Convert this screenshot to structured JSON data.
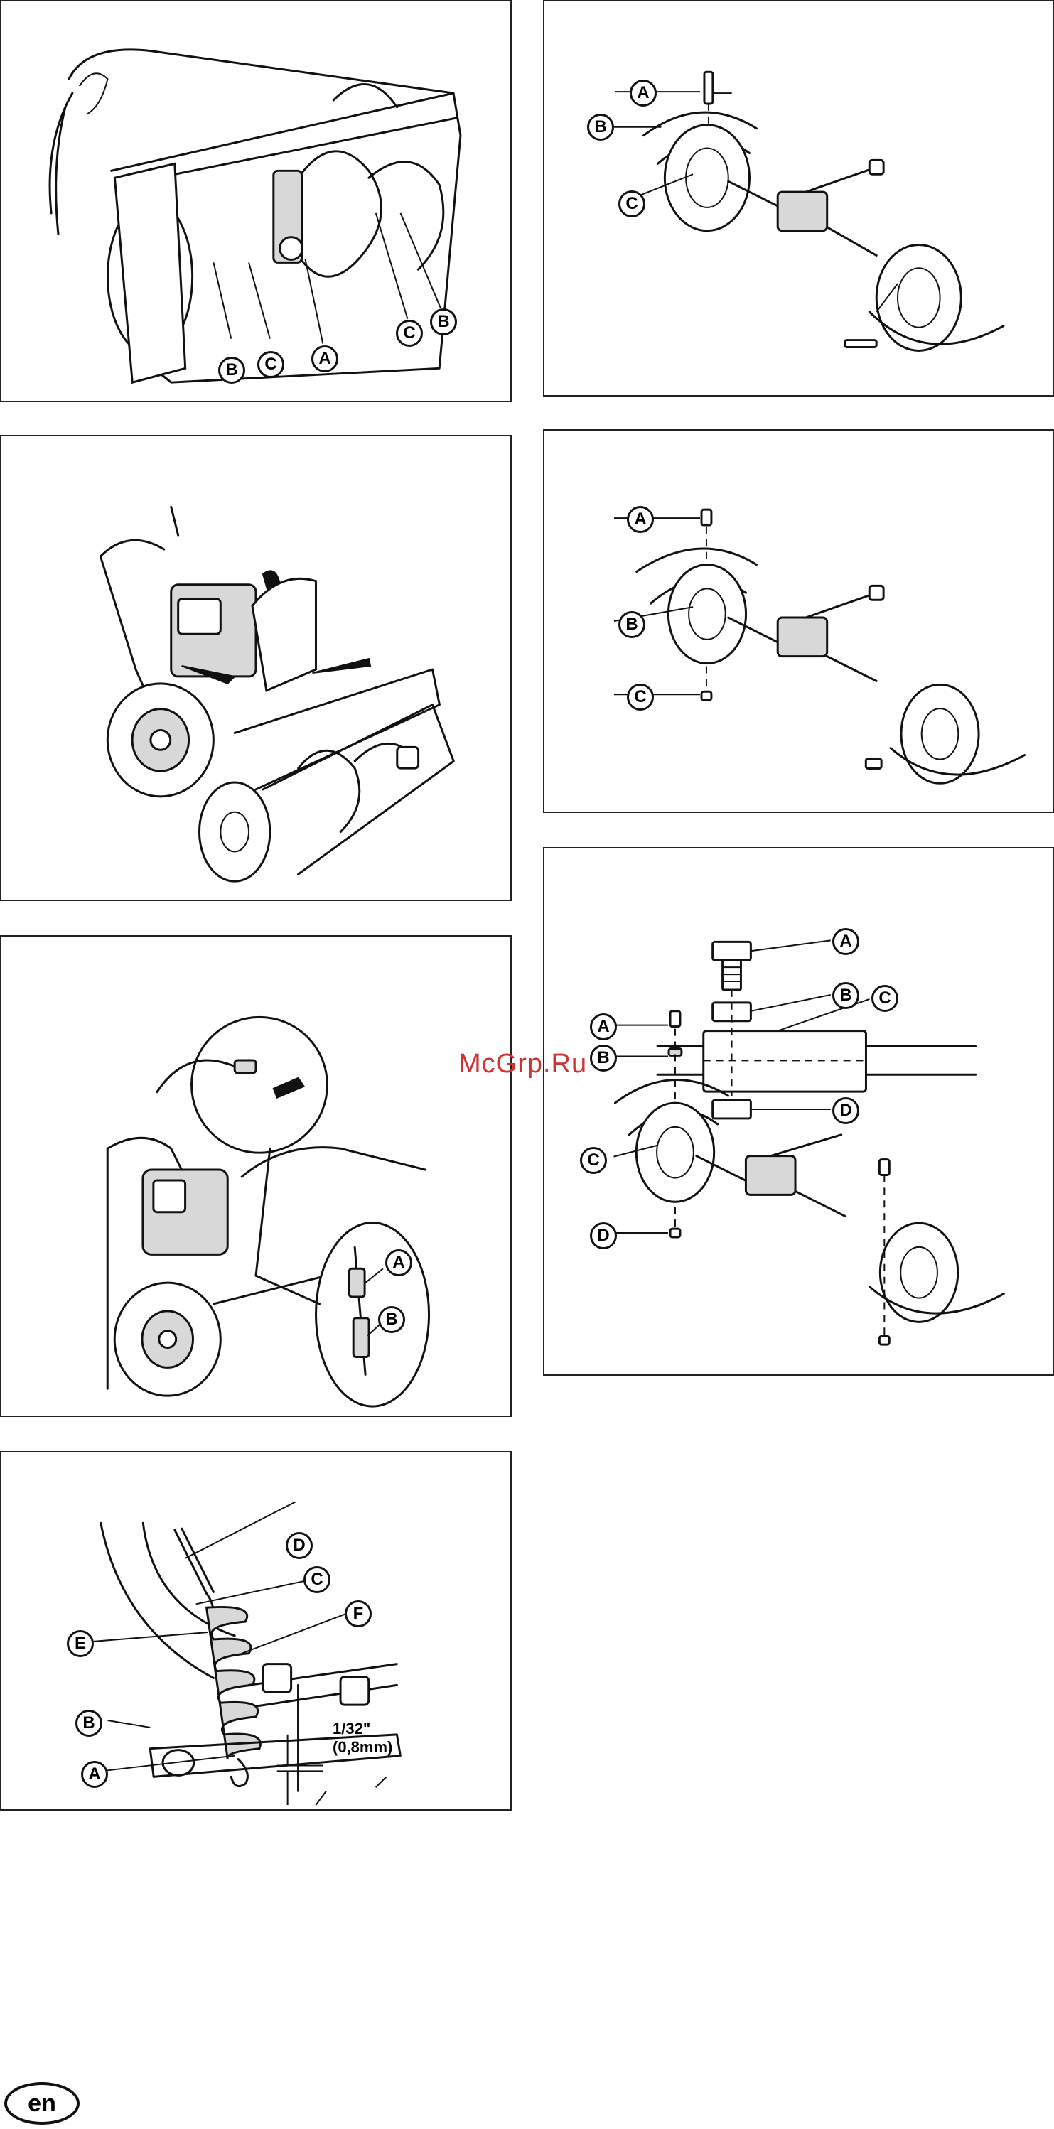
{
  "watermark": "McGrp.Ru",
  "language_badge": "en",
  "figures": {
    "fig1": {
      "callouts": [
        "A",
        "B",
        "C",
        "C",
        "B"
      ]
    },
    "fig2": {
      "callouts": [
        "A",
        "B",
        "C"
      ]
    },
    "fig3": {
      "callouts": []
    },
    "fig4": {
      "callouts": [
        "A",
        "B",
        "C"
      ]
    },
    "fig5": {
      "callouts": [
        "A",
        "B"
      ]
    },
    "fig6": {
      "callouts": [
        "A",
        "B",
        "C",
        "D",
        "A",
        "B",
        "C",
        "D"
      ]
    },
    "fig7": {
      "callouts": [
        "D",
        "C",
        "E",
        "F",
        "B",
        "A"
      ],
      "dimension_line1": "1/32\"",
      "dimension_line2": "(0,8mm)"
    }
  }
}
